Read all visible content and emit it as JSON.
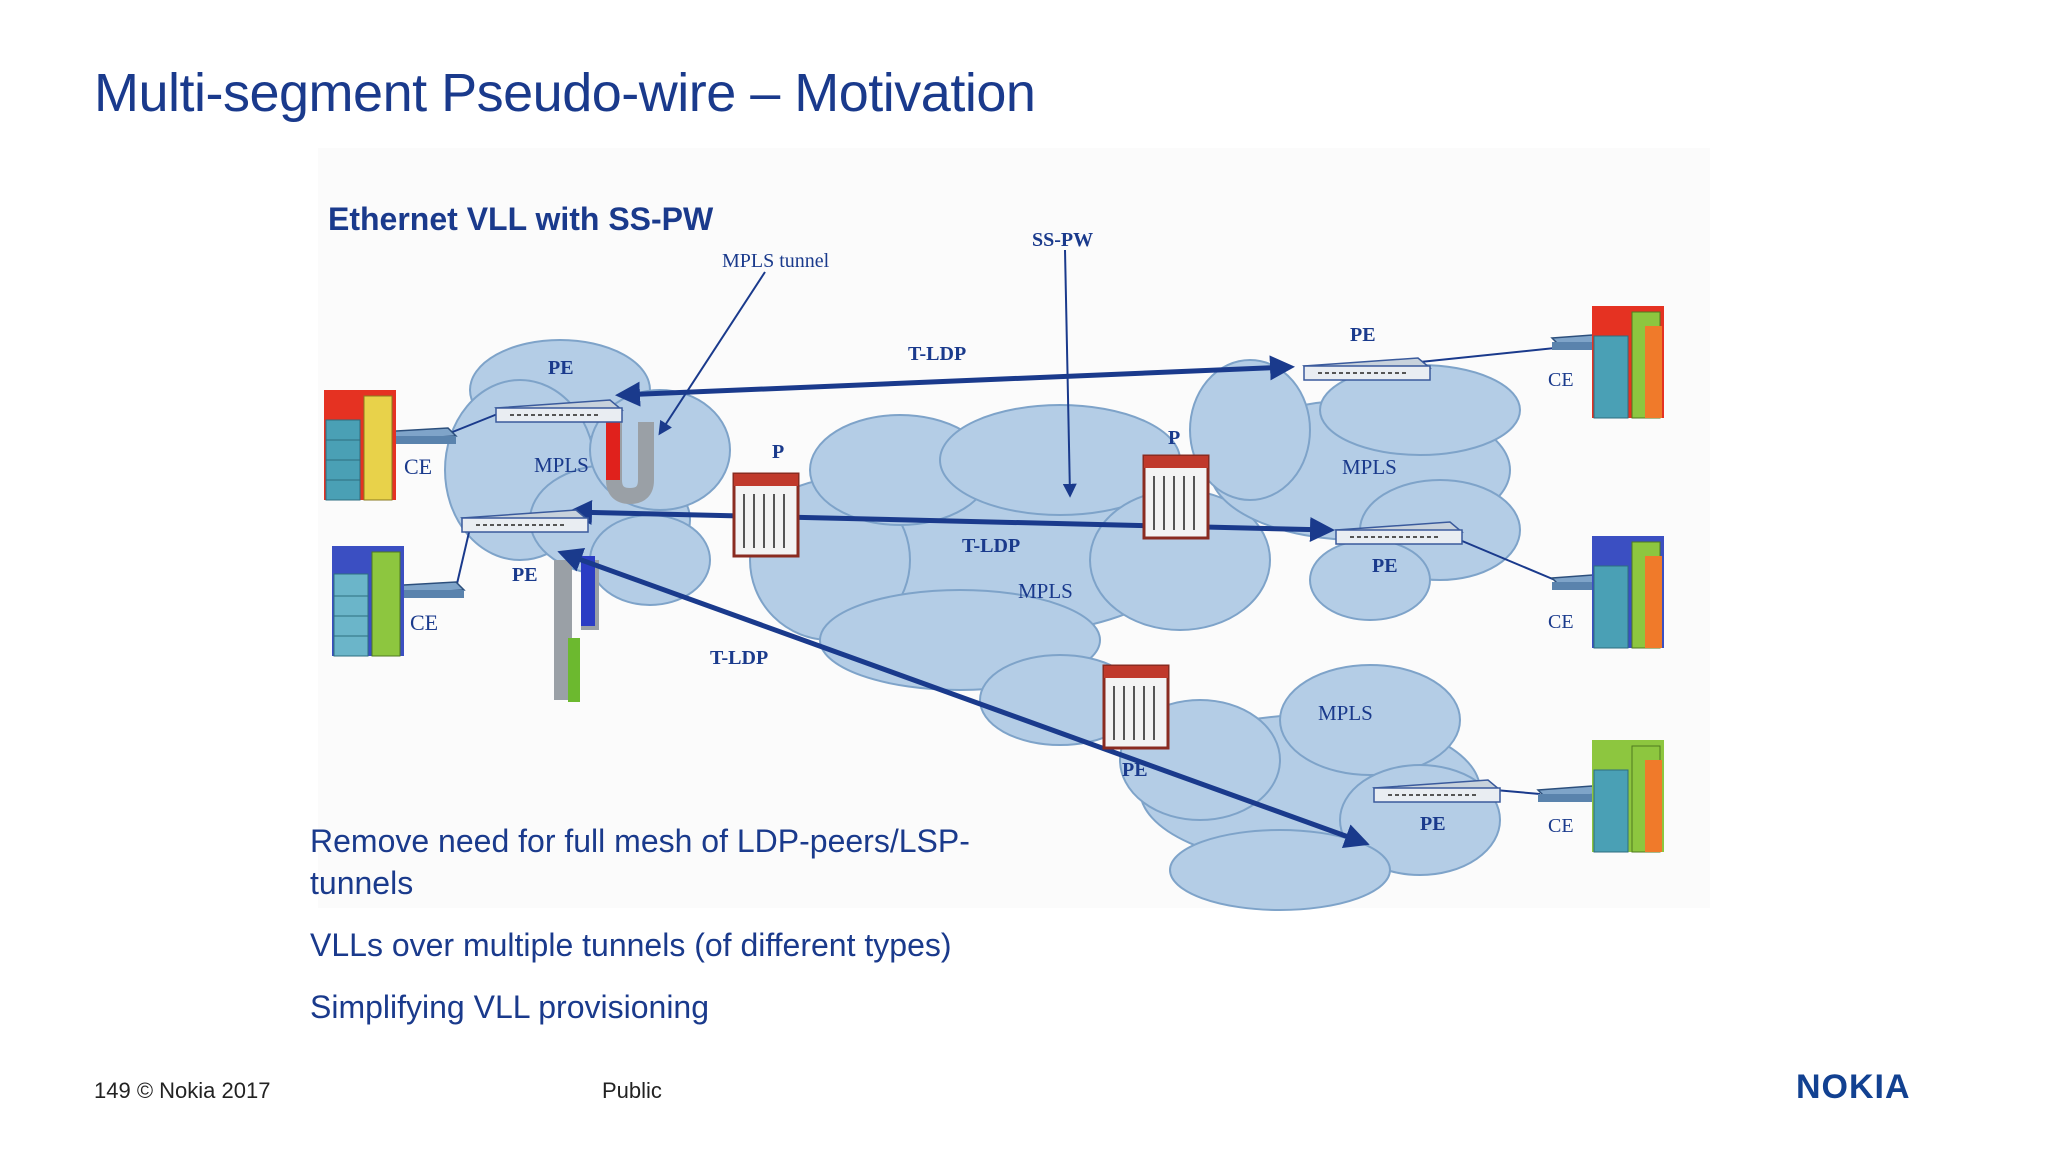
{
  "slide": {
    "title": "Multi-segment Pseudo-wire – Motivation",
    "diagram_title": "Ethernet VLL with SS-PW",
    "labels": {
      "mpls_tunnel": "MPLS tunnel",
      "ss_pw": "SS-PW",
      "t_ldp": "T-LDP",
      "pe": "PE",
      "p": "P",
      "ce": "CE",
      "mpls": "MPLS"
    },
    "bullets": [
      "Remove need for full mesh of LDP-peers/LSP-tunnels",
      "VLLs over multiple tunnels (of different types)",
      "Simplifying VLL provisioning"
    ],
    "footer": {
      "page_copyright": "149  © Nokia 2017",
      "classification": "Public",
      "logo": "NOKIA"
    }
  }
}
